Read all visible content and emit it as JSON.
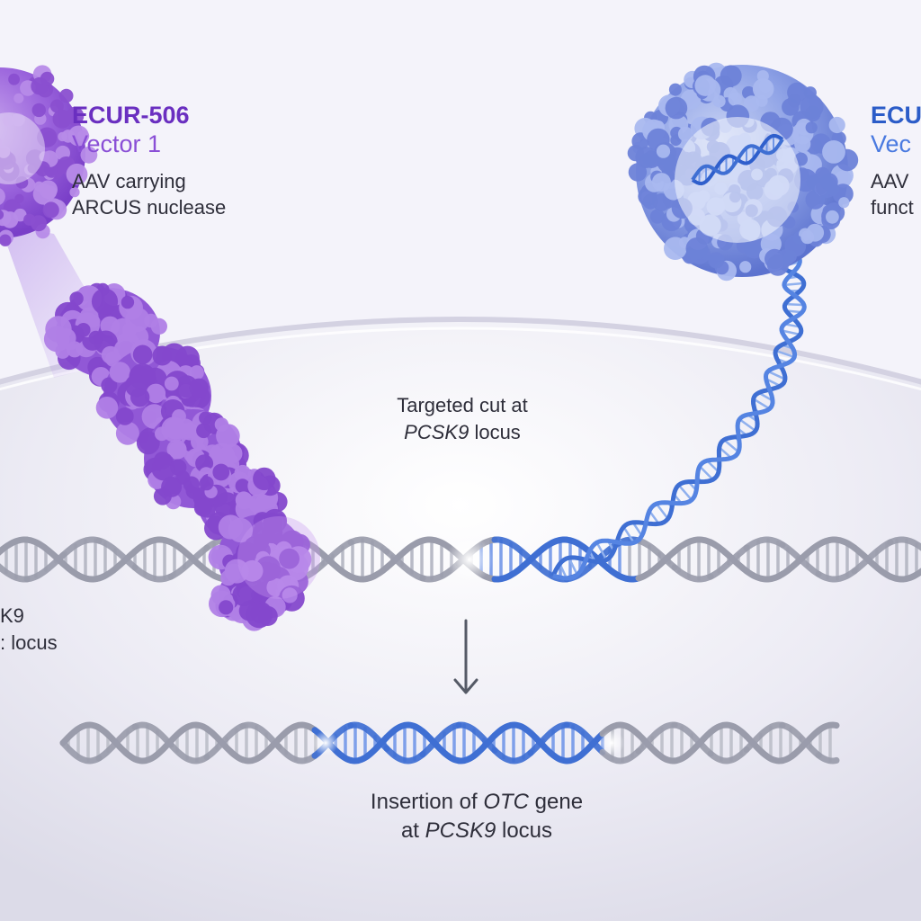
{
  "colors": {
    "purple": "#6a2fc0",
    "purple_light": "#8a4fd6",
    "blue": "#2b5cc8",
    "blue_light": "#4a7ae0",
    "dna_gray": "#9a9cab",
    "dna_blue": "#3f6fd3",
    "text": "#2e2e3a"
  },
  "vector1": {
    "name": "ECUR-506",
    "sub": "Vector 1",
    "line1": "AAV carrying",
    "line2": "ARCUS nuclease"
  },
  "vector2": {
    "name": "ECU",
    "sub": "Vec",
    "line1": "AAV",
    "line2": "funct"
  },
  "locus_left": {
    "line1": "K9",
    "line2": ": locus"
  },
  "cut_label": {
    "line1": "Targeted cut at",
    "gene": "PCSK9",
    "line2_rest": " locus"
  },
  "insert_label": {
    "line1_a": "Insertion of ",
    "gene": "OTC",
    "line1_b": " gene",
    "line2_a": "at ",
    "gene2": "PCSK9",
    "line2_b": " locus"
  },
  "arrow_icon": "down-arrow-icon"
}
